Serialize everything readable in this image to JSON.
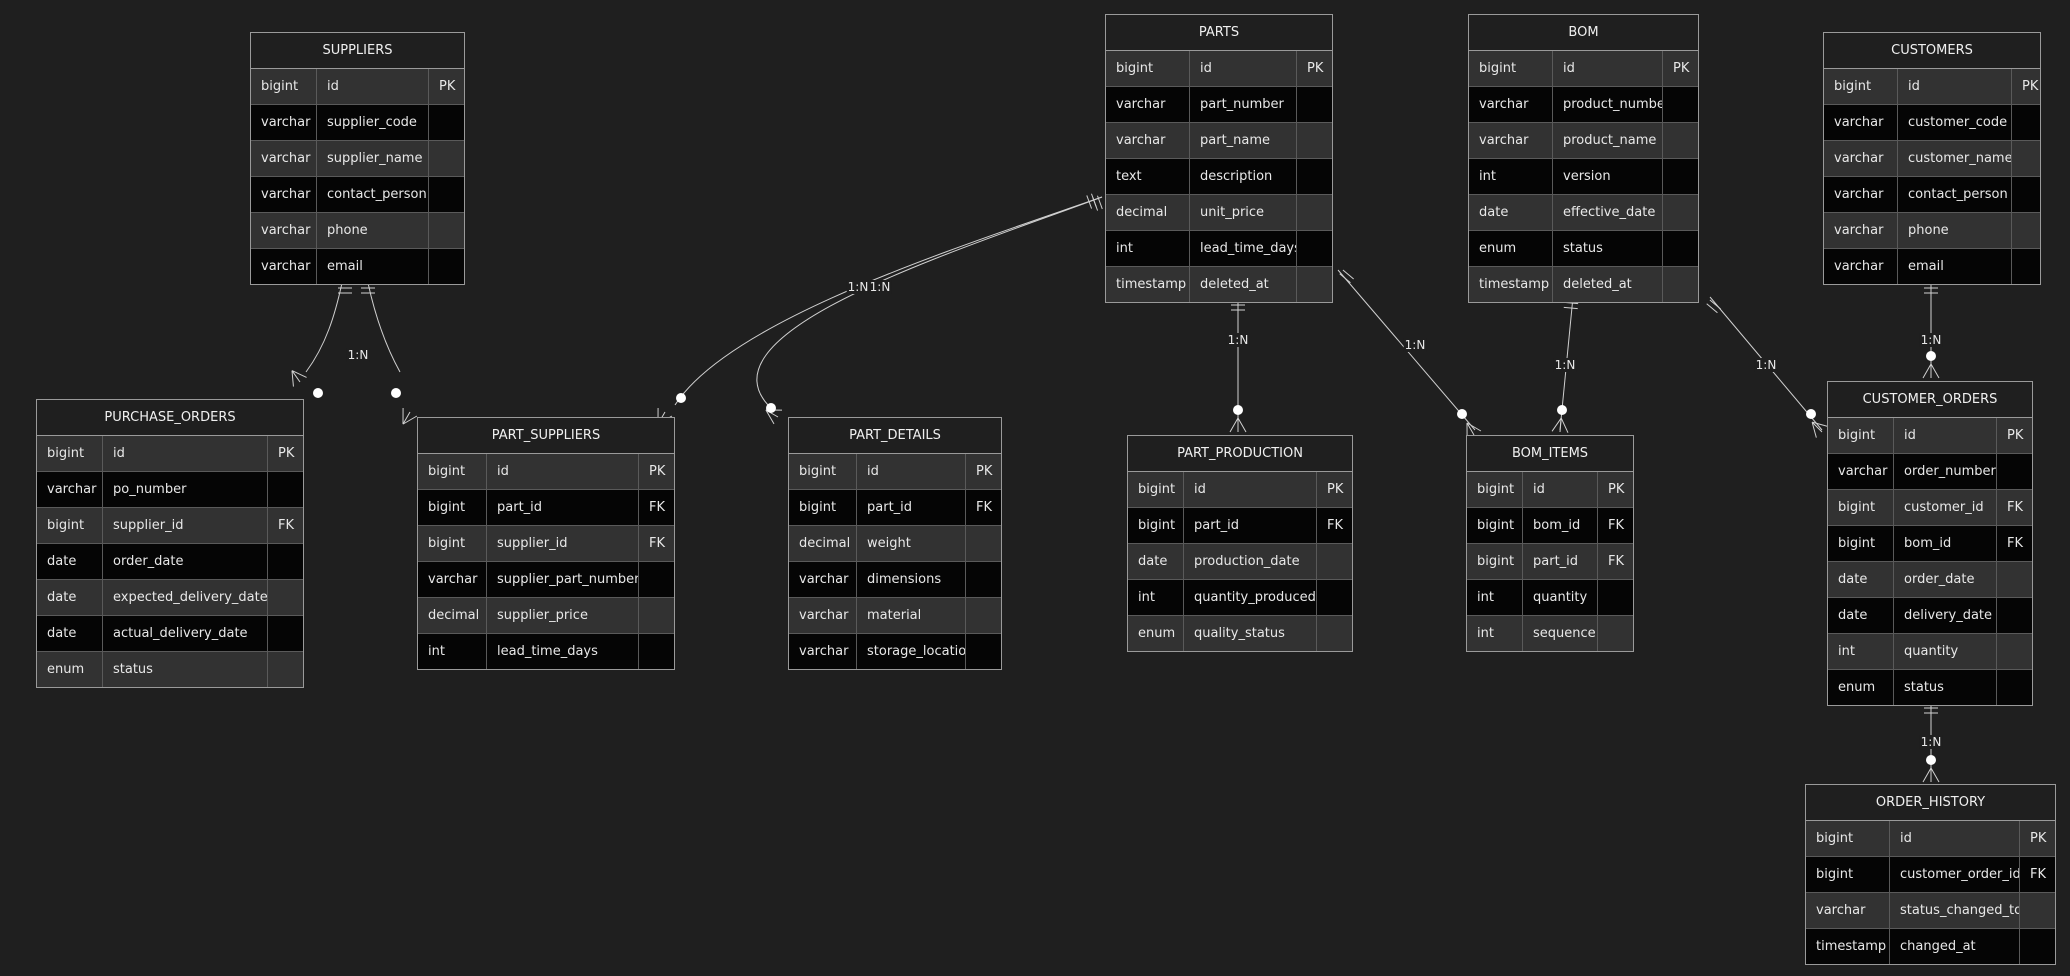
{
  "entities": {
    "SUPPLIERS": {
      "name": "SUPPLIERS",
      "attrs": [
        {
          "type": "bigint",
          "name": "id",
          "key": "PK"
        },
        {
          "type": "varchar",
          "name": "supplier_code",
          "key": ""
        },
        {
          "type": "varchar",
          "name": "supplier_name",
          "key": ""
        },
        {
          "type": "varchar",
          "name": "contact_person",
          "key": ""
        },
        {
          "type": "varchar",
          "name": "phone",
          "key": ""
        },
        {
          "type": "varchar",
          "name": "email",
          "key": ""
        }
      ]
    },
    "PARTS": {
      "name": "PARTS",
      "attrs": [
        {
          "type": "bigint",
          "name": "id",
          "key": "PK"
        },
        {
          "type": "varchar",
          "name": "part_number",
          "key": ""
        },
        {
          "type": "varchar",
          "name": "part_name",
          "key": ""
        },
        {
          "type": "text",
          "name": "description",
          "key": ""
        },
        {
          "type": "decimal",
          "name": "unit_price",
          "key": ""
        },
        {
          "type": "int",
          "name": "lead_time_days",
          "key": ""
        },
        {
          "type": "timestamp",
          "name": "deleted_at",
          "key": ""
        }
      ]
    },
    "BOM": {
      "name": "BOM",
      "attrs": [
        {
          "type": "bigint",
          "name": "id",
          "key": "PK"
        },
        {
          "type": "varchar",
          "name": "product_number",
          "key": ""
        },
        {
          "type": "varchar",
          "name": "product_name",
          "key": ""
        },
        {
          "type": "int",
          "name": "version",
          "key": ""
        },
        {
          "type": "date",
          "name": "effective_date",
          "key": ""
        },
        {
          "type": "enum",
          "name": "status",
          "key": ""
        },
        {
          "type": "timestamp",
          "name": "deleted_at",
          "key": ""
        }
      ]
    },
    "CUSTOMERS": {
      "name": "CUSTOMERS",
      "attrs": [
        {
          "type": "bigint",
          "name": "id",
          "key": "PK"
        },
        {
          "type": "varchar",
          "name": "customer_code",
          "key": ""
        },
        {
          "type": "varchar",
          "name": "customer_name",
          "key": ""
        },
        {
          "type": "varchar",
          "name": "contact_person",
          "key": ""
        },
        {
          "type": "varchar",
          "name": "phone",
          "key": ""
        },
        {
          "type": "varchar",
          "name": "email",
          "key": ""
        }
      ]
    },
    "PURCHASE_ORDERS": {
      "name": "PURCHASE_ORDERS",
      "attrs": [
        {
          "type": "bigint",
          "name": "id",
          "key": "PK"
        },
        {
          "type": "varchar",
          "name": "po_number",
          "key": ""
        },
        {
          "type": "bigint",
          "name": "supplier_id",
          "key": "FK"
        },
        {
          "type": "date",
          "name": "order_date",
          "key": ""
        },
        {
          "type": "date",
          "name": "expected_delivery_date",
          "key": ""
        },
        {
          "type": "date",
          "name": "actual_delivery_date",
          "key": ""
        },
        {
          "type": "enum",
          "name": "status",
          "key": ""
        }
      ]
    },
    "PART_SUPPLIERS": {
      "name": "PART_SUPPLIERS",
      "attrs": [
        {
          "type": "bigint",
          "name": "id",
          "key": "PK"
        },
        {
          "type": "bigint",
          "name": "part_id",
          "key": "FK"
        },
        {
          "type": "bigint",
          "name": "supplier_id",
          "key": "FK"
        },
        {
          "type": "varchar",
          "name": "supplier_part_number",
          "key": ""
        },
        {
          "type": "decimal",
          "name": "supplier_price",
          "key": ""
        },
        {
          "type": "int",
          "name": "lead_time_days",
          "key": ""
        }
      ]
    },
    "PART_DETAILS": {
      "name": "PART_DETAILS",
      "attrs": [
        {
          "type": "bigint",
          "name": "id",
          "key": "PK"
        },
        {
          "type": "bigint",
          "name": "part_id",
          "key": "FK"
        },
        {
          "type": "decimal",
          "name": "weight",
          "key": ""
        },
        {
          "type": "varchar",
          "name": "dimensions",
          "key": ""
        },
        {
          "type": "varchar",
          "name": "material",
          "key": ""
        },
        {
          "type": "varchar",
          "name": "storage_location",
          "key": ""
        }
      ]
    },
    "PART_PRODUCTION": {
      "name": "PART_PRODUCTION",
      "attrs": [
        {
          "type": "bigint",
          "name": "id",
          "key": "PK"
        },
        {
          "type": "bigint",
          "name": "part_id",
          "key": "FK"
        },
        {
          "type": "date",
          "name": "production_date",
          "key": ""
        },
        {
          "type": "int",
          "name": "quantity_produced",
          "key": ""
        },
        {
          "type": "enum",
          "name": "quality_status",
          "key": ""
        }
      ]
    },
    "BOM_ITEMS": {
      "name": "BOM_ITEMS",
      "attrs": [
        {
          "type": "bigint",
          "name": "id",
          "key": "PK"
        },
        {
          "type": "bigint",
          "name": "bom_id",
          "key": "FK"
        },
        {
          "type": "bigint",
          "name": "part_id",
          "key": "FK"
        },
        {
          "type": "int",
          "name": "quantity",
          "key": ""
        },
        {
          "type": "int",
          "name": "sequence",
          "key": ""
        }
      ]
    },
    "CUSTOMER_ORDERS": {
      "name": "CUSTOMER_ORDERS",
      "attrs": [
        {
          "type": "bigint",
          "name": "id",
          "key": "PK"
        },
        {
          "type": "varchar",
          "name": "order_number",
          "key": ""
        },
        {
          "type": "bigint",
          "name": "customer_id",
          "key": "FK"
        },
        {
          "type": "bigint",
          "name": "bom_id",
          "key": "FK"
        },
        {
          "type": "date",
          "name": "order_date",
          "key": ""
        },
        {
          "type": "date",
          "name": "delivery_date",
          "key": ""
        },
        {
          "type": "int",
          "name": "quantity",
          "key": ""
        },
        {
          "type": "enum",
          "name": "status",
          "key": ""
        }
      ]
    },
    "ORDER_HISTORY": {
      "name": "ORDER_HISTORY",
      "attrs": [
        {
          "type": "bigint",
          "name": "id",
          "key": "PK"
        },
        {
          "type": "bigint",
          "name": "customer_order_id",
          "key": "FK"
        },
        {
          "type": "varchar",
          "name": "status_changed_to",
          "key": ""
        },
        {
          "type": "timestamp",
          "name": "changed_at",
          "key": ""
        }
      ]
    }
  },
  "relationships": [
    {
      "from": "SUPPLIERS",
      "to": "PURCHASE_ORDERS",
      "label": "1:N"
    },
    {
      "from": "SUPPLIERS",
      "to": "PART_SUPPLIERS",
      "label": "1:N"
    },
    {
      "from": "PARTS",
      "to": "PART_SUPPLIERS",
      "label": "1:N"
    },
    {
      "from": "PARTS",
      "to": "PART_DETAILS",
      "label": "1:N"
    },
    {
      "from": "PARTS",
      "to": "PART_PRODUCTION",
      "label": "1:N"
    },
    {
      "from": "PARTS",
      "to": "BOM_ITEMS",
      "label": "1:N"
    },
    {
      "from": "BOM",
      "to": "BOM_ITEMS",
      "label": "1:N"
    },
    {
      "from": "BOM",
      "to": "CUSTOMER_ORDERS",
      "label": "1:N"
    },
    {
      "from": "CUSTOMERS",
      "to": "CUSTOMER_ORDERS",
      "label": "1:N"
    },
    {
      "from": "CUSTOMER_ORDERS",
      "to": "ORDER_HISTORY",
      "label": "1:N"
    }
  ],
  "colors": {
    "background": "#1f1f1f",
    "row_light": "#323232",
    "row_dark": "#050505",
    "border": "#9a9a9a",
    "line": "#d0d0d0",
    "text": "#e8e8e8"
  }
}
